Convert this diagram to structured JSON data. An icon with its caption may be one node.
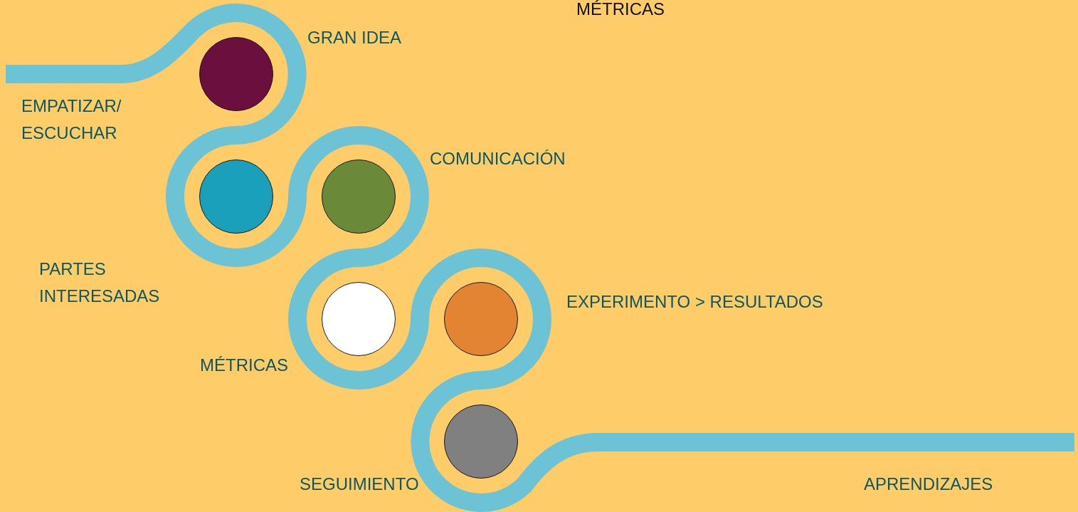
{
  "diagram": {
    "nodes": [
      {
        "text": [],
        "shape": "circle"
      },
      {
        "text": [],
        "shape": "circle"
      },
      {
        "text": [],
        "shape": "circle"
      },
      {
        "text": [],
        "shape": "circle"
      },
      {
        "text": [],
        "shape": "circle"
      },
      {
        "text": [],
        "shape": "circle"
      }
    ],
    "edges": [],
    "labels": [
      "MÉTRICAS",
      "GRAN IDEA",
      "EMPATIZAR/ ESCUCHAR",
      "COMUNICACIÓN",
      "PARTES INTERESADAS",
      "EXPERIMENTO > RESULTADOS",
      "MÉTRICAS",
      "SEGUIMIENTO",
      "APRENDIZAJES"
    ]
  }
}
